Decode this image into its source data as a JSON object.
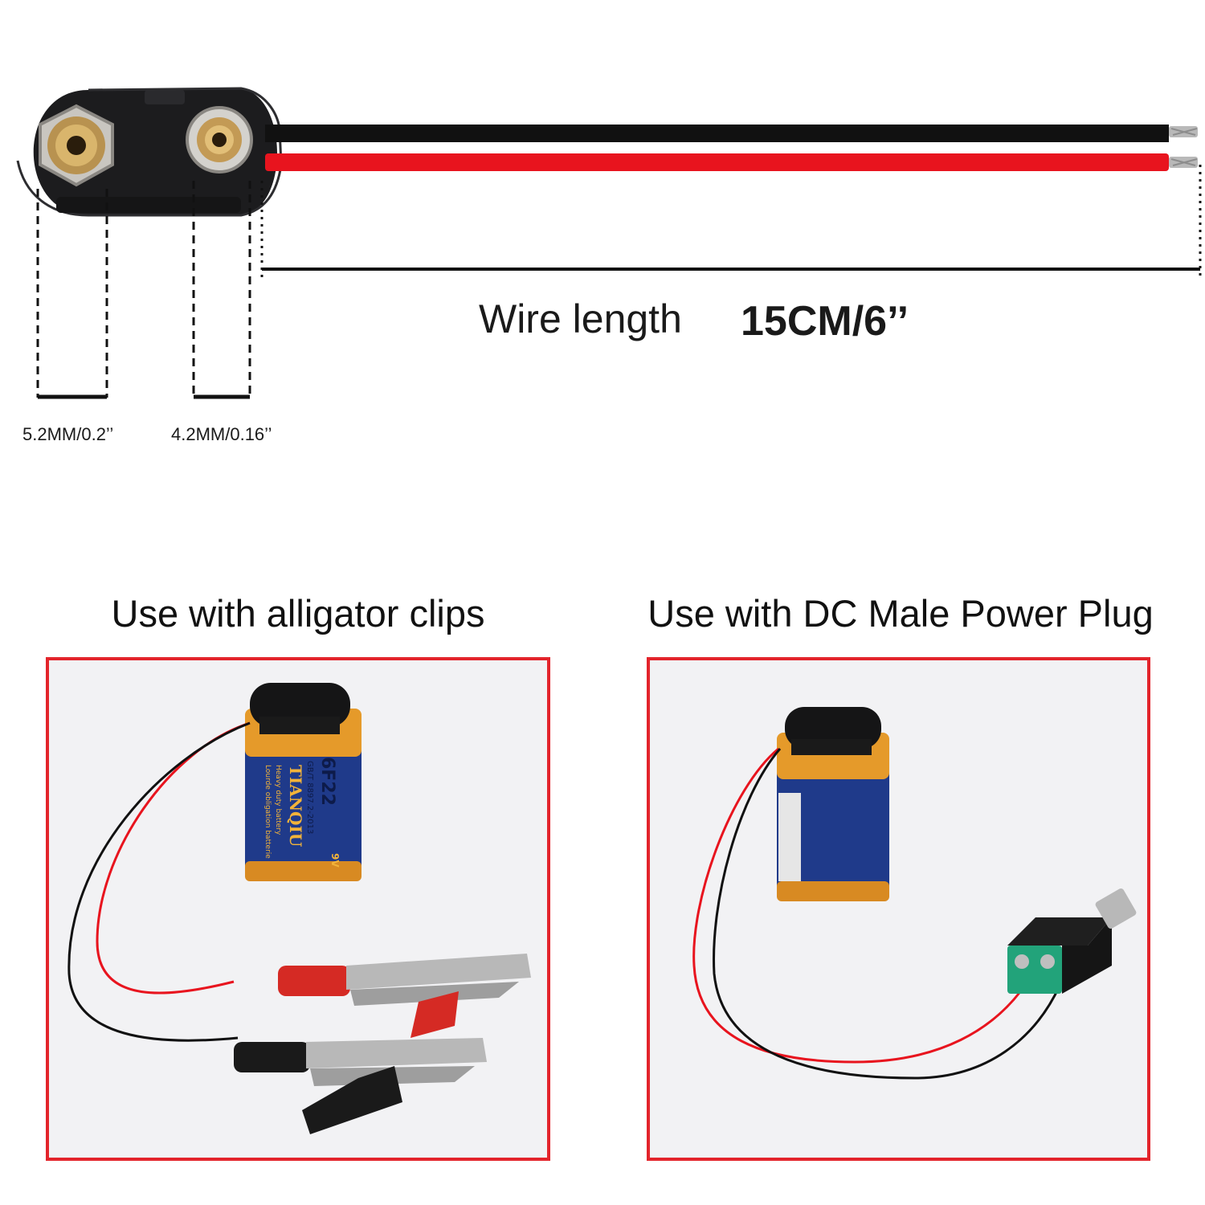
{
  "dimensions": {
    "wire_length_label": "Wire length",
    "wire_length_value": "15CM/6’’",
    "snap_left_size": "5.2MM/0.2’’",
    "snap_right_size": "4.2MM/0.16’’"
  },
  "panels": [
    {
      "title": "Use with alligator clips"
    },
    {
      "title": "Use with DC Male Power Plug"
    }
  ],
  "battery": {
    "model": "6F22",
    "standard": "GB/T 8897.2-2013",
    "brand": "TIANQIU",
    "voltage": "9V",
    "line1": "Heavy duty battery",
    "line2": "Lourde obligation batterie"
  },
  "colors": {
    "frame": "#e3242b",
    "wire_red": "#e8141e",
    "wire_black": "#111111"
  }
}
